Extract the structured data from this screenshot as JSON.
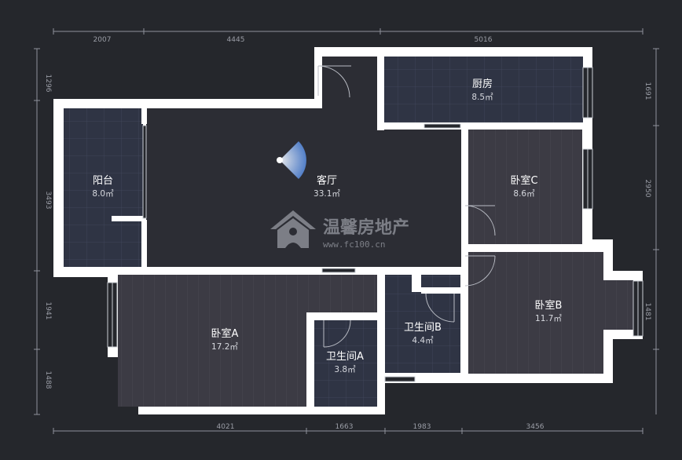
{
  "colors": {
    "background": "#25272c",
    "wall": "#ffffff",
    "tiled_floor": "#2f3444",
    "wood_floor": "#3c3b44",
    "living_floor": "#2c2d34",
    "dimension_line": "#8f929b",
    "watermark": "#8a8d95",
    "compass": "#5a8fe0"
  },
  "rooms": {
    "balcony": {
      "name": "阳台",
      "area": "8.0㎡"
    },
    "living": {
      "name": "客厅",
      "area": "33.1㎡"
    },
    "kitchen": {
      "name": "厨房",
      "area": "8.5㎡"
    },
    "bedroom_c": {
      "name": "卧室C",
      "area": "8.6㎡"
    },
    "bedroom_b": {
      "name": "卧室B",
      "area": "11.7㎡"
    },
    "bedroom_a": {
      "name": "卧室A",
      "area": "17.2㎡"
    },
    "bath_a": {
      "name": "卫生间A",
      "area": "3.8㎡"
    },
    "bath_b": {
      "name": "卫生间B",
      "area": "4.4㎡"
    }
  },
  "dimensions": {
    "top": [
      "2007",
      "4445",
      "5016"
    ],
    "bottom": [
      "4021",
      "1663",
      "1983",
      "3456"
    ],
    "left": [
      "1296",
      "3493",
      "1941",
      "1488"
    ],
    "right": [
      "1691",
      "2950",
      "1481"
    ]
  },
  "watermark": {
    "brand": "温馨房地产",
    "url": "www.fc100.cn",
    "icon": "house-logo-icon"
  },
  "compass": {
    "icon": "view-direction-icon"
  }
}
